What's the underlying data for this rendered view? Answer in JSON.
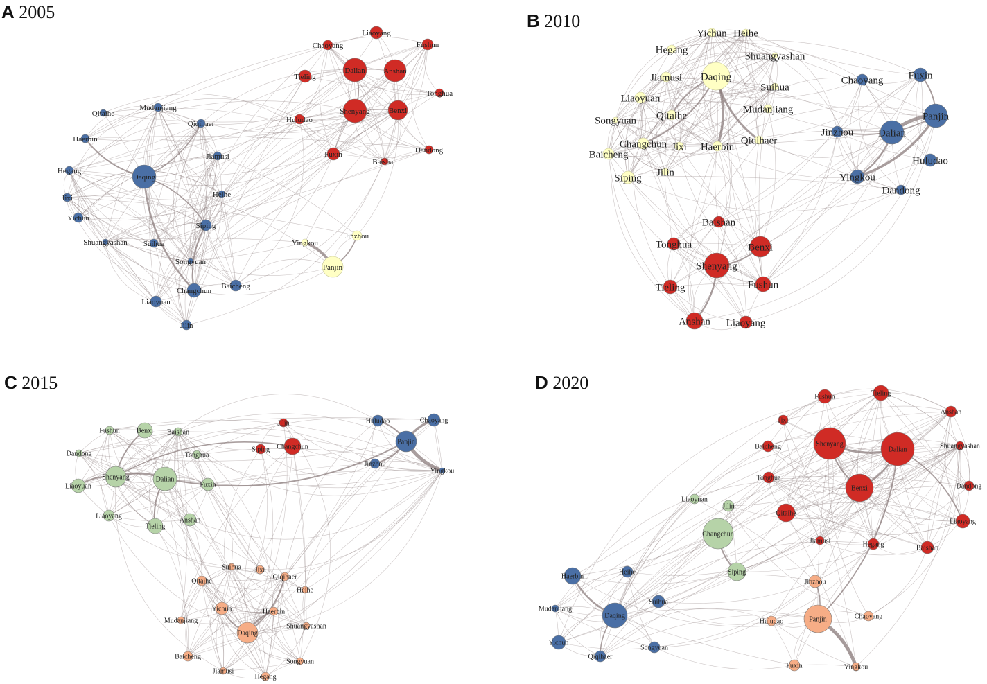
{
  "colors": {
    "red": "#d02b25",
    "blue": "#4a6fa5",
    "yellow": "#ffffc4",
    "green": "#b6d3a8",
    "orange": "#f6ad86",
    "edge": "#8c7d7d"
  },
  "panels": [
    {
      "letter": "A",
      "year": "2005",
      "nodes": [
        {
          "name": "Liaoyang",
          "c": "red"
        },
        {
          "name": "Chaoyang",
          "c": "red"
        },
        {
          "name": "Fushun",
          "c": "red"
        },
        {
          "name": "Tieling",
          "c": "red"
        },
        {
          "name": "Dalian",
          "c": "red"
        },
        {
          "name": "Anshan",
          "c": "red"
        },
        {
          "name": "Tonghua",
          "c": "red"
        },
        {
          "name": "Huludao",
          "c": "red"
        },
        {
          "name": "Shenyang",
          "c": "red"
        },
        {
          "name": "Benxi",
          "c": "red"
        },
        {
          "name": "Fuxin",
          "c": "red"
        },
        {
          "name": "Dandong",
          "c": "red"
        },
        {
          "name": "Baishan",
          "c": "red"
        },
        {
          "name": "Qitaihe",
          "c": "blue"
        },
        {
          "name": "Mudanjiang",
          "c": "blue"
        },
        {
          "name": "Qiqihaer",
          "c": "blue"
        },
        {
          "name": "Haerbin",
          "c": "blue"
        },
        {
          "name": "Jiamusi",
          "c": "blue"
        },
        {
          "name": "Hegang",
          "c": "blue"
        },
        {
          "name": "Daqing",
          "c": "blue"
        },
        {
          "name": "Heihe",
          "c": "blue"
        },
        {
          "name": "Jixi",
          "c": "blue"
        },
        {
          "name": "Yichun",
          "c": "blue"
        },
        {
          "name": "Siping",
          "c": "blue"
        },
        {
          "name": "Shuangyashan",
          "c": "blue"
        },
        {
          "name": "Suihua",
          "c": "blue"
        },
        {
          "name": "Songyuan",
          "c": "blue"
        },
        {
          "name": "Changchun",
          "c": "blue"
        },
        {
          "name": "Baicheng",
          "c": "blue"
        },
        {
          "name": "Liaoyuan",
          "c": "blue"
        },
        {
          "name": "Jilin",
          "c": "blue"
        },
        {
          "name": "Yingkou",
          "c": "yellow"
        },
        {
          "name": "Jinzhou",
          "c": "yellow"
        },
        {
          "name": "Panjin",
          "c": "yellow"
        }
      ]
    },
    {
      "letter": "B",
      "year": "2010",
      "nodes": [
        {
          "name": "Yichun",
          "c": "yellow"
        },
        {
          "name": "Heihe",
          "c": "yellow"
        },
        {
          "name": "Hegang",
          "c": "yellow"
        },
        {
          "name": "Shuangyashan",
          "c": "yellow"
        },
        {
          "name": "Jiamusi",
          "c": "yellow"
        },
        {
          "name": "Daqing",
          "c": "yellow"
        },
        {
          "name": "Suihua",
          "c": "yellow"
        },
        {
          "name": "Liaoyuan",
          "c": "yellow"
        },
        {
          "name": "Mudanjiang",
          "c": "yellow"
        },
        {
          "name": "Qitaihe",
          "c": "yellow"
        },
        {
          "name": "Songyuan",
          "c": "yellow"
        },
        {
          "name": "Qiqihaer",
          "c": "yellow"
        },
        {
          "name": "Changchun",
          "c": "yellow"
        },
        {
          "name": "Jixi",
          "c": "yellow"
        },
        {
          "name": "Haerbin",
          "c": "yellow"
        },
        {
          "name": "Baicheng",
          "c": "yellow"
        },
        {
          "name": "Jilin",
          "c": "yellow"
        },
        {
          "name": "Siping",
          "c": "yellow"
        },
        {
          "name": "Chaoyang",
          "c": "blue"
        },
        {
          "name": "Fuxin",
          "c": "blue"
        },
        {
          "name": "Panjin",
          "c": "blue"
        },
        {
          "name": "Jinzhou",
          "c": "blue"
        },
        {
          "name": "Dalian",
          "c": "blue"
        },
        {
          "name": "Huludao",
          "c": "blue"
        },
        {
          "name": "Yingkou",
          "c": "blue"
        },
        {
          "name": "Dandong",
          "c": "blue"
        },
        {
          "name": "Baishan",
          "c": "red"
        },
        {
          "name": "Tonghua",
          "c": "red"
        },
        {
          "name": "Benxi",
          "c": "red"
        },
        {
          "name": "Shenyang",
          "c": "red"
        },
        {
          "name": "Tieling",
          "c": "red"
        },
        {
          "name": "Fushun",
          "c": "red"
        },
        {
          "name": "Anshan",
          "c": "red"
        },
        {
          "name": "Liaoyang",
          "c": "red"
        }
      ]
    },
    {
      "letter": "C",
      "year": "2015",
      "nodes": [
        {
          "name": "Fushun",
          "c": "green"
        },
        {
          "name": "Benxi",
          "c": "green"
        },
        {
          "name": "Baishan",
          "c": "green"
        },
        {
          "name": "Dandong",
          "c": "green"
        },
        {
          "name": "Tonghua",
          "c": "green"
        },
        {
          "name": "Shenyang",
          "c": "green"
        },
        {
          "name": "Dalian",
          "c": "green"
        },
        {
          "name": "Liaoyuan",
          "c": "green"
        },
        {
          "name": "Fuxin",
          "c": "green"
        },
        {
          "name": "Liaoyang",
          "c": "green"
        },
        {
          "name": "Anshan",
          "c": "green"
        },
        {
          "name": "Tieling",
          "c": "green"
        },
        {
          "name": "Jilin",
          "c": "red"
        },
        {
          "name": "Siping",
          "c": "red"
        },
        {
          "name": "Changchun",
          "c": "red"
        },
        {
          "name": "Huludao",
          "c": "blue"
        },
        {
          "name": "Chaoyang",
          "c": "blue"
        },
        {
          "name": "Panjin",
          "c": "blue"
        },
        {
          "name": "Jinzhou",
          "c": "blue"
        },
        {
          "name": "Yingkou",
          "c": "blue"
        },
        {
          "name": "Suihua",
          "c": "orange"
        },
        {
          "name": "Jixi",
          "c": "orange"
        },
        {
          "name": "Qiqihaer",
          "c": "orange"
        },
        {
          "name": "Qitaihe",
          "c": "orange"
        },
        {
          "name": "Heihe",
          "c": "orange"
        },
        {
          "name": "Yichun",
          "c": "orange"
        },
        {
          "name": "Haerbin",
          "c": "orange"
        },
        {
          "name": "Mudanjiang",
          "c": "orange"
        },
        {
          "name": "Daqing",
          "c": "orange"
        },
        {
          "name": "Shuangyashan",
          "c": "orange"
        },
        {
          "name": "Baicheng",
          "c": "orange"
        },
        {
          "name": "Songyuan",
          "c": "orange"
        },
        {
          "name": "Jiamusi",
          "c": "orange"
        },
        {
          "name": "Hegang",
          "c": "orange"
        }
      ]
    },
    {
      "letter": "D",
      "year": "2020",
      "nodes": [
        {
          "name": "Fushun",
          "c": "red"
        },
        {
          "name": "Tieling",
          "c": "red"
        },
        {
          "name": "Anshan",
          "c": "red"
        },
        {
          "name": "Jixi",
          "c": "red"
        },
        {
          "name": "Shenyang",
          "c": "red"
        },
        {
          "name": "Dalian",
          "c": "red"
        },
        {
          "name": "Baicheng",
          "c": "red"
        },
        {
          "name": "Shuangyashan",
          "c": "red"
        },
        {
          "name": "Tonghua",
          "c": "red"
        },
        {
          "name": "Dandong",
          "c": "red"
        },
        {
          "name": "Benxi",
          "c": "red"
        },
        {
          "name": "Qitaihe",
          "c": "red"
        },
        {
          "name": "Liaoyang",
          "c": "red"
        },
        {
          "name": "Jiamusi",
          "c": "red"
        },
        {
          "name": "Hegang",
          "c": "red"
        },
        {
          "name": "Baishan",
          "c": "red"
        },
        {
          "name": "Liaoyuan",
          "c": "green"
        },
        {
          "name": "Jilin",
          "c": "green"
        },
        {
          "name": "Changchun",
          "c": "green"
        },
        {
          "name": "Siping",
          "c": "green"
        },
        {
          "name": "Haerbin",
          "c": "blue"
        },
        {
          "name": "Heihe",
          "c": "blue"
        },
        {
          "name": "Mudanjiang",
          "c": "blue"
        },
        {
          "name": "Suihua",
          "c": "blue"
        },
        {
          "name": "Daqing",
          "c": "blue"
        },
        {
          "name": "Yichun",
          "c": "blue"
        },
        {
          "name": "Songyuan",
          "c": "blue"
        },
        {
          "name": "Qiqihaer",
          "c": "blue"
        },
        {
          "name": "Jinzhou",
          "c": "orange"
        },
        {
          "name": "Huludao",
          "c": "orange"
        },
        {
          "name": "Panjin",
          "c": "orange"
        },
        {
          "name": "Chaoyang",
          "c": "orange"
        },
        {
          "name": "Fuxin",
          "c": "orange"
        },
        {
          "name": "Yingkou",
          "c": "orange"
        }
      ]
    }
  ]
}
